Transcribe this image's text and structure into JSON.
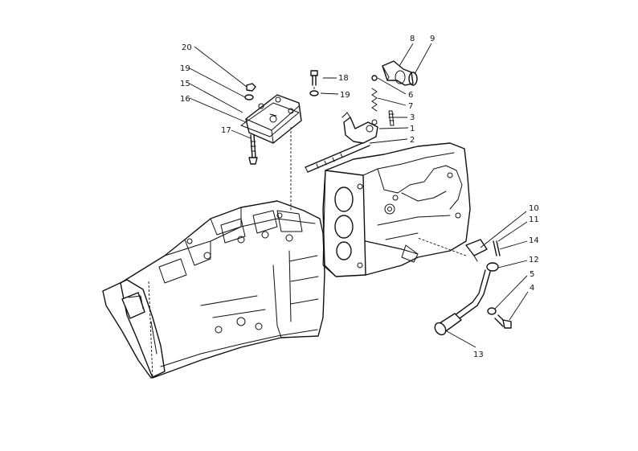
{
  "callouts": {
    "c1": "1",
    "c2": "2",
    "c3": "3",
    "c4": "4",
    "c5": "5",
    "c6": "6",
    "c7": "7",
    "c8": "8",
    "c9": "9",
    "c10": "10",
    "c11": "11",
    "c12": "12",
    "c13": "13",
    "c14": "14",
    "c15": "15",
    "c16": "16",
    "c17": "17",
    "c18": "18",
    "c19a": "19",
    "c19b": "19",
    "c20": "20"
  },
  "colors": {
    "ink": "#111111",
    "paper": "#ffffff"
  }
}
